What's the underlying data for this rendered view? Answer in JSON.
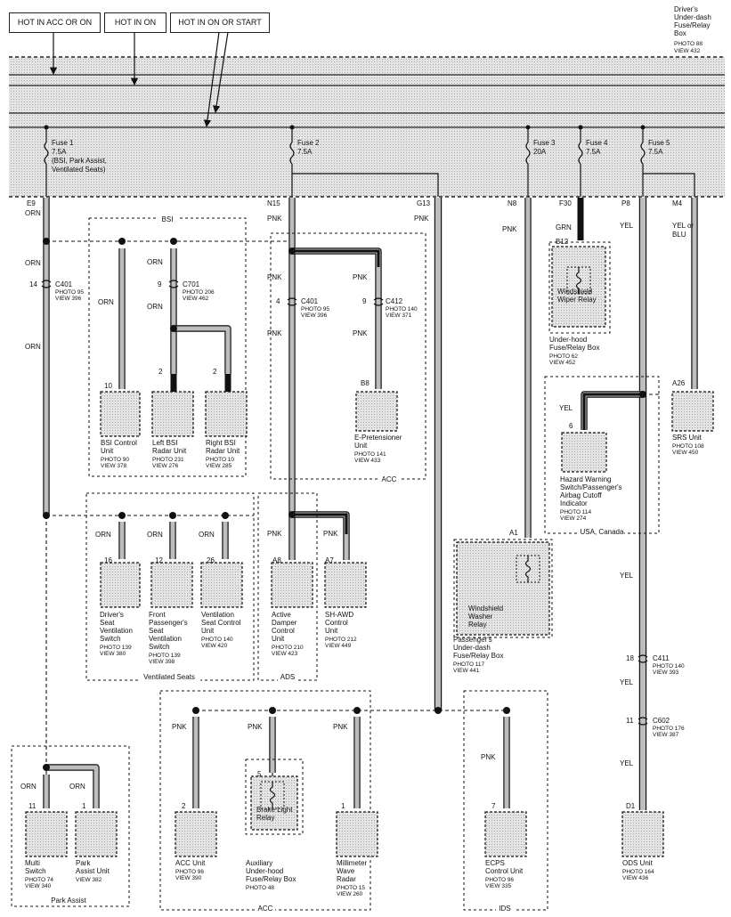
{
  "header_boxes": [
    {
      "id": "acc-on",
      "label": "HOT IN ACC OR ON"
    },
    {
      "id": "on",
      "label": "HOT IN ON"
    },
    {
      "id": "on-start",
      "label": "HOT IN ON OR START"
    }
  ],
  "fusebox": {
    "title": [
      "Driver's",
      "Under-dash",
      "Fuse/Relay",
      "Box"
    ],
    "photo": "PHOTO 88",
    "view": "VIEW 432"
  },
  "fuses": [
    {
      "id": "f1",
      "lines": [
        "Fuse 1",
        "7.5A",
        "(BSI, Park Assist,",
        "Ventilated Seats)"
      ]
    },
    {
      "id": "f2",
      "lines": [
        "Fuse 2",
        "7.5A"
      ]
    },
    {
      "id": "f3",
      "lines": [
        "Fuse 3",
        "20A"
      ]
    },
    {
      "id": "f4",
      "lines": [
        "Fuse 4",
        "7.5A"
      ]
    },
    {
      "id": "f5",
      "lines": [
        "Fuse 5",
        "7.5A"
      ]
    }
  ],
  "terminals": [
    "E9",
    "N15",
    "G13",
    "N8",
    "F30",
    "P8",
    "M4"
  ],
  "wire_colors": {
    "orn": "ORN",
    "pnk": "PNK",
    "grn": "GRN",
    "yel": "YEL",
    "yel_blu": [
      "YEL or",
      "BLU"
    ]
  },
  "connectors": [
    {
      "id": "c401a",
      "pin": "14",
      "name": "C401",
      "photo": "PHOTO 95",
      "view": "VIEW 396"
    },
    {
      "id": "c701",
      "pin": "9",
      "name": "C701",
      "photo": "PHOTO 206",
      "view": "VIEW 462"
    },
    {
      "id": "c401b",
      "pin": "4",
      "name": "C401",
      "photo": "PHOTO 95",
      "view": "VIEW 396"
    },
    {
      "id": "c412",
      "pin": "9",
      "name": "C412",
      "photo": "PHOTO 140",
      "view": "VIEW 371"
    },
    {
      "id": "c411",
      "pin": "18",
      "name": "C411",
      "photo": "PHOTO 140",
      "view": "VIEW 393"
    },
    {
      "id": "c602",
      "pin": "11",
      "name": "C602",
      "photo": "PHOTO 176",
      "view": "VIEW 387"
    }
  ],
  "groups": {
    "bsi": "BSI",
    "acc": "ACC",
    "ads": "ADS",
    "vent": "Ventilated Seats",
    "park": "Park Assist",
    "ids": "IDS",
    "usa": "USA, Canada"
  },
  "components": [
    {
      "id": "bsi-control",
      "pin": "10",
      "lines": [
        "BSI Control",
        "Unit"
      ],
      "photo": "PHOTO 90",
      "view": "VIEW 378"
    },
    {
      "id": "left-bsi",
      "pin": "2",
      "lines": [
        "Left BSI",
        "Radar Unit"
      ],
      "photo": "PHOTO 231",
      "view": "VIEW 276"
    },
    {
      "id": "right-bsi",
      "pin": "2",
      "lines": [
        "Right BSI",
        "Radar Unit"
      ],
      "photo": "PHOTO 10",
      "view": "VIEW 285"
    },
    {
      "id": "e-pretensioner",
      "pin": "B8",
      "lines": [
        "E-Pretensioner",
        "Unit"
      ],
      "photo": "PHOTO 141",
      "view": "VIEW 433"
    },
    {
      "id": "wiper-relay",
      "pin": "B12",
      "lines": [
        "Under-hood",
        "Fuse/Relay Box"
      ],
      "photo": "PHOTO 62",
      "view": "VIEW 452",
      "relay": [
        "Windshield",
        "Wiper Relay"
      ]
    },
    {
      "id": "hazard",
      "pin": "6",
      "lines": [
        "Hazard Warning",
        "Switch/Passenger's",
        "Airbag Cutoff",
        "Indicator"
      ],
      "photo": "PHOTO 114",
      "view": "VIEW 274"
    },
    {
      "id": "srs",
      "pin": "A26",
      "lines": [
        "SRS Unit"
      ],
      "photo": "PHOTO 108",
      "view": "VIEW 450"
    },
    {
      "id": "driver-seat",
      "pin": "16",
      "lines": [
        "Driver's",
        "Seat",
        "Ventilation",
        "Switch"
      ],
      "photo": "PHOTO 139",
      "view": "VIEW 380"
    },
    {
      "id": "front-pass-seat",
      "pin": "12",
      "lines": [
        "Front",
        "Passenger's",
        "Seat",
        "Ventilation",
        "Switch"
      ],
      "photo": "PHOTO 139",
      "view": "VIEW 398"
    },
    {
      "id": "vent-control",
      "pin": "26",
      "lines": [
        "Ventilation",
        "Seat Control",
        "Unit"
      ],
      "photo": "PHOTO 140",
      "view": "VIEW 420"
    },
    {
      "id": "active-damper",
      "pin": "A8",
      "lines": [
        "Active",
        "Damper",
        "Control",
        "Unit"
      ],
      "photo": "PHOTO 210",
      "view": "VIEW 423"
    },
    {
      "id": "sh-awd",
      "pin": "A7",
      "lines": [
        "SH-AWD",
        "Control",
        "Unit"
      ],
      "photo": "PHOTO 212",
      "view": "VIEW 449"
    },
    {
      "id": "washer-relay",
      "pin": "A1",
      "lines": [
        "Passenger's",
        "Under-dash",
        "Fuse/Relay Box"
      ],
      "photo": "PHOTO 117",
      "view": "VIEW 441",
      "relay": [
        "Windshield",
        "Washer",
        "Relay"
      ]
    },
    {
      "id": "acc-unit",
      "pin": "2",
      "lines": [
        "ACC Unit"
      ],
      "photo": "PHOTO 96",
      "view": "VIEW 390"
    },
    {
      "id": "aux-box",
      "pin": "5",
      "lines": [
        "Auxiliary",
        "Under-hood",
        "Fuse/Relay Box"
      ],
      "photo": "PHOTO 48",
      "view": "",
      "relay": [
        "Brake Light",
        "Relay"
      ]
    },
    {
      "id": "mmw-radar",
      "pin": "1",
      "lines": [
        "Millimeter",
        "Wave",
        "Radar"
      ],
      "photo": "PHOTO 15",
      "view": "VIEW 260"
    },
    {
      "id": "ecps",
      "pin": "7",
      "lines": [
        "ECPS",
        "Control Unit"
      ],
      "photo": "PHOTO 96",
      "view": "VIEW 335"
    },
    {
      "id": "ods",
      "pin": "D1",
      "lines": [
        "ODS Unit"
      ],
      "photo": "PHOTO 164",
      "view": "VIEW 436"
    },
    {
      "id": "multi-switch",
      "pin": "11",
      "lines": [
        "Multi",
        "Switch"
      ],
      "photo": "PHOTO 74",
      "view": "VIEW 340"
    },
    {
      "id": "park-assist",
      "pin": "1",
      "lines": [
        "Park",
        "Assist Unit"
      ],
      "photo": "VIEW 382",
      "view": ""
    }
  ]
}
